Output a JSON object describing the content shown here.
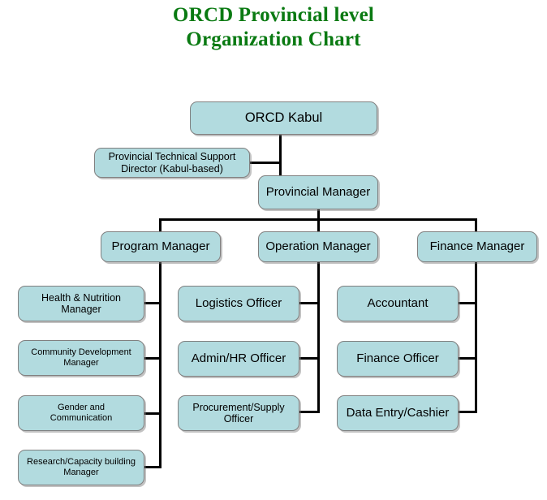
{
  "title": {
    "line1": "ORCD Provincial level",
    "line2": "Organization Chart",
    "color": "#0a7a12"
  },
  "style": {
    "box_fill": "#b2dbdf",
    "box_border": "#808080",
    "connector_color": "#000000",
    "background": "#ffffff"
  },
  "nodes": {
    "root": "ORCD Kabul",
    "advisor": "Provincial Technical Support\nDirector (Kabul-based)",
    "provincial_manager": "Provincial Manager",
    "program_manager": "Program Manager",
    "operation_manager": "Operation Manager",
    "finance_manager": "Finance Manager"
  },
  "program_reports": [
    "Health & Nutrition\nManager",
    "Community Development\nManager",
    "Gender and\nCommunication",
    "Research/Capacity  building\nManager"
  ],
  "operation_reports": [
    "Logistics Officer",
    "Admin/HR Officer",
    "Procurement/Supply\nOfficer"
  ],
  "finance_reports": [
    "Accountant",
    "Finance Officer",
    "Data Entry/Cashier"
  ]
}
